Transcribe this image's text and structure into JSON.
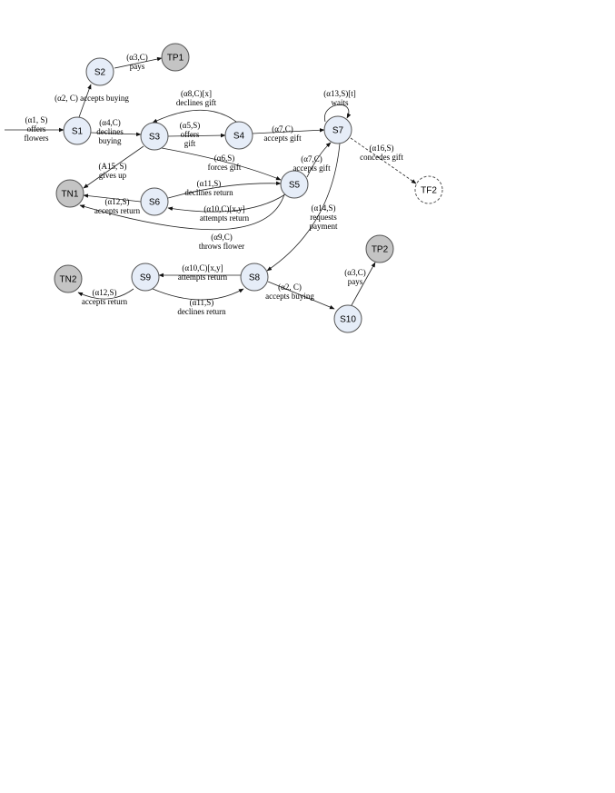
{
  "colors": {
    "state_fill": "#e6edf8",
    "terminal_fill": "#c4c4c4",
    "failure_fill": "#ffffff",
    "stroke": "#555555",
    "edge": "#222222"
  },
  "nodes": [
    {
      "id": "S1",
      "label": "S1",
      "kind": "state"
    },
    {
      "id": "S2",
      "label": "S2",
      "kind": "state"
    },
    {
      "id": "S3",
      "label": "S3",
      "kind": "state"
    },
    {
      "id": "S4",
      "label": "S4",
      "kind": "state"
    },
    {
      "id": "S5",
      "label": "S5",
      "kind": "state"
    },
    {
      "id": "S6",
      "label": "S6",
      "kind": "state"
    },
    {
      "id": "S7",
      "label": "S7",
      "kind": "state"
    },
    {
      "id": "S8",
      "label": "S8",
      "kind": "state"
    },
    {
      "id": "S9",
      "label": "S9",
      "kind": "state"
    },
    {
      "id": "S10",
      "label": "S10",
      "kind": "state"
    },
    {
      "id": "TP1",
      "label": "TP1",
      "kind": "terminal"
    },
    {
      "id": "TP2",
      "label": "TP2",
      "kind": "terminal"
    },
    {
      "id": "TN1",
      "label": "TN1",
      "kind": "terminal"
    },
    {
      "id": "TN2",
      "label": "TN2",
      "kind": "terminal"
    },
    {
      "id": "TF2",
      "label": "TF2",
      "kind": "failure"
    }
  ],
  "edges": [
    {
      "id": "start-s1",
      "from": "",
      "to": "S1",
      "lines": [
        "(α1, S)",
        "offers",
        "flowers"
      ]
    },
    {
      "id": "s1-s2",
      "from": "S1",
      "to": "S2",
      "lines": [
        "(α2, C) accepts buying"
      ]
    },
    {
      "id": "s2-tp1",
      "from": "S2",
      "to": "TP1",
      "lines": [
        "(α3,C)",
        "pays"
      ]
    },
    {
      "id": "s1-s3",
      "from": "S1",
      "to": "S3",
      "lines": [
        "(α4,C)",
        "declines",
        "buying"
      ]
    },
    {
      "id": "s3-s4",
      "from": "S3",
      "to": "S4",
      "lines": [
        "(α5,S)",
        "offers",
        "gift"
      ]
    },
    {
      "id": "s4-s3",
      "from": "S4",
      "to": "S3",
      "lines": [
        "(α8,C)[x]",
        "declines gift"
      ]
    },
    {
      "id": "s4-s7",
      "from": "S4",
      "to": "S7",
      "lines": [
        "(α7,C)",
        "accepts gift"
      ]
    },
    {
      "id": "s7-self",
      "from": "S7",
      "to": "S7",
      "lines": [
        "(α13,S)[t]",
        "waits"
      ]
    },
    {
      "id": "s7-tf2",
      "from": "S7",
      "to": "TF2",
      "lines": [
        "(α16,S)",
        "concedes gift"
      ]
    },
    {
      "id": "s3-tn1",
      "from": "S3",
      "to": "TN1",
      "lines": [
        "(A15, S)",
        "gives up"
      ]
    },
    {
      "id": "s3-s5",
      "from": "S3",
      "to": "S5",
      "lines": [
        "(α6,S)",
        "forces gift"
      ]
    },
    {
      "id": "s5-s7",
      "from": "S5",
      "to": "S7",
      "lines": [
        "(α7,C)",
        "accepts gift"
      ]
    },
    {
      "id": "s6-s5",
      "from": "S6",
      "to": "S5",
      "lines": [
        "(α11,S)",
        "declines return"
      ]
    },
    {
      "id": "s5-s6",
      "from": "S5",
      "to": "S6",
      "lines": [
        "(α10,C)[x,y]",
        "attempts return"
      ]
    },
    {
      "id": "s6-tn1",
      "from": "S6",
      "to": "TN1",
      "lines": [
        "(α12,S)",
        "accepts return"
      ]
    },
    {
      "id": "s5-tn1",
      "from": "S5",
      "to": "TN1",
      "lines": [
        "(α9,C)",
        "throws flower"
      ]
    },
    {
      "id": "s7-s8",
      "from": "S7",
      "to": "S8",
      "lines": [
        "(α14,S)",
        "requests",
        "payment"
      ]
    },
    {
      "id": "s8-s9",
      "from": "S8",
      "to": "S9",
      "lines": [
        "(α10,C)[x,y]",
        "attempts return"
      ]
    },
    {
      "id": "s9-s8",
      "from": "S9",
      "to": "S8",
      "lines": [
        "(α11,S)",
        "declines return"
      ]
    },
    {
      "id": "s9-tn2",
      "from": "S9",
      "to": "TN2",
      "lines": [
        "(α12,S)",
        "accepts return"
      ]
    },
    {
      "id": "s8-s10",
      "from": "S8",
      "to": "S10",
      "lines": [
        "(α2, C)",
        "accepts buying"
      ]
    },
    {
      "id": "s10-tp2",
      "from": "S10",
      "to": "TP2",
      "lines": [
        "(α3,C)",
        "pays"
      ]
    }
  ]
}
